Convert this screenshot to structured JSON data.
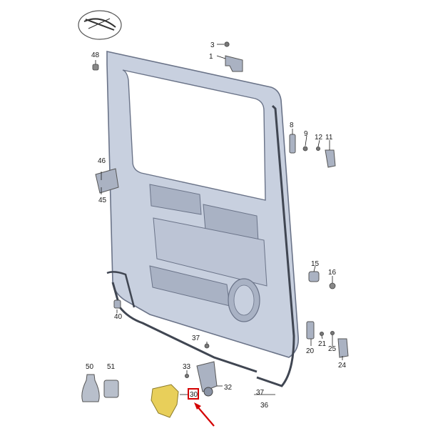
{
  "callouts": {
    "c1": "1",
    "c3": "3",
    "c8": "8",
    "c9": "9",
    "c11": "11",
    "c12": "12",
    "c15": "15",
    "c16": "16",
    "c20": "20",
    "c21": "21",
    "c24": "24",
    "c25": "25",
    "c32": "32",
    "c33": "33",
    "c36": "36",
    "c37a": "37",
    "c37b": "37",
    "c40": "40",
    "c45": "45",
    "c46": "46",
    "c48": "48",
    "c50": "50",
    "c51": "51",
    "c30": "30"
  },
  "colors": {
    "door_fill": "#c8d0df",
    "door_stroke": "#6a7388",
    "highlight_box": "#d40000",
    "arrow": "#d40000",
    "bracket_fill": "#e8cf5a",
    "seal": "#404652"
  },
  "icons": {
    "view_orientation": "vehicle-orientation-icon",
    "pointer": "red-arrow-icon"
  }
}
